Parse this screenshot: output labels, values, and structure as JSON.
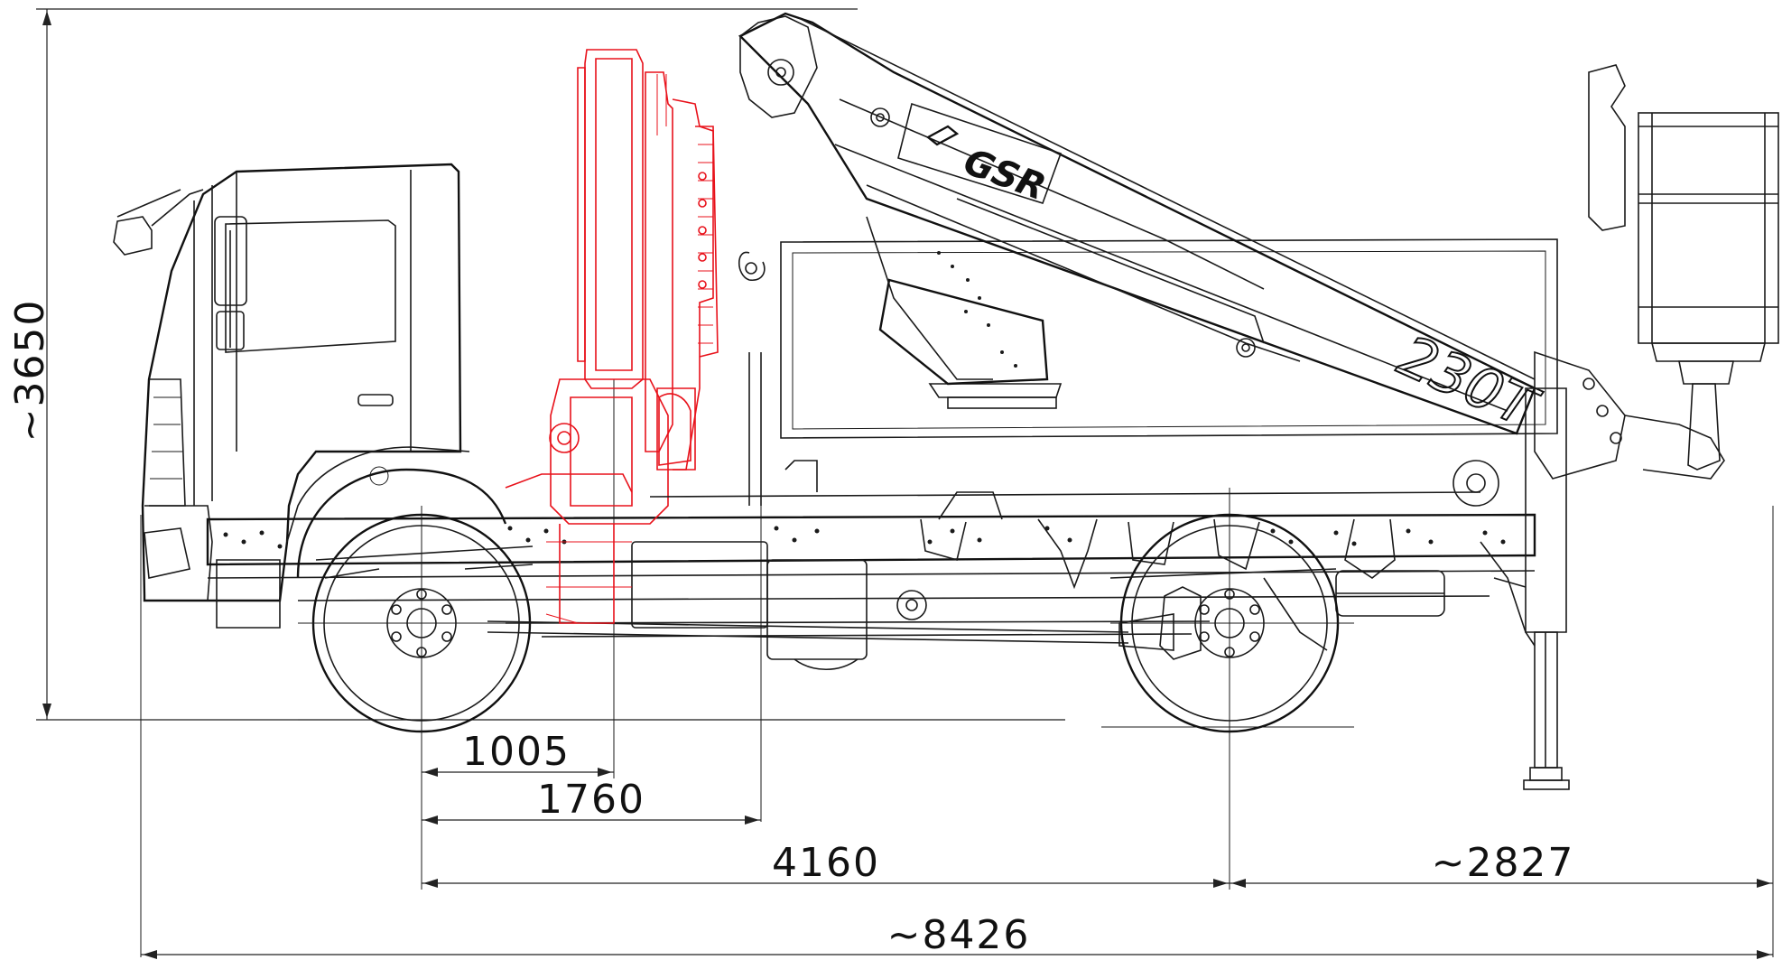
{
  "drawing": {
    "brand_logo": "GSR",
    "model_label": "230T",
    "colors": {
      "line": "#1a1a1a",
      "crane_highlight": "#e8121b",
      "background": "#ffffff"
    }
  },
  "dimensions": {
    "overall_height": "~3650",
    "crane_offset": "1005",
    "body_offset": "1760",
    "wheelbase": "4160",
    "rear_overhang": "~2827",
    "overall_length": "~8426"
  }
}
